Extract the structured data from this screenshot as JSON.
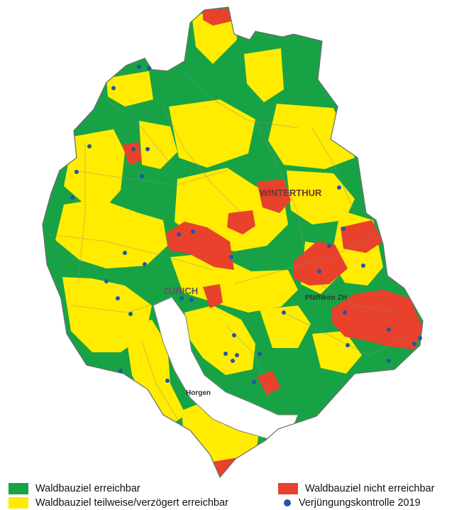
{
  "colors": {
    "green": "#17a345",
    "yellow": "#ffec00",
    "red": "#e8412c",
    "dot": "#1f57a6",
    "border": "#7f7f7f",
    "lake": "#ffffff"
  },
  "map": {
    "place_labels": [
      {
        "id": "winterthur",
        "text": "WINTERTHUR"
      },
      {
        "id": "zuerich",
        "text": "ZÜRICH"
      },
      {
        "id": "horgen",
        "text": "Horgen"
      },
      {
        "id": "pfaeffikon",
        "text": "Pfäffikon ZH"
      }
    ]
  },
  "legend": {
    "items": [
      {
        "id": "green",
        "label": "Waldbauziel erreichbar",
        "symbol": "swatch",
        "color": "#17a345"
      },
      {
        "id": "yellow",
        "label": "Waldbauziel teilweise/verzögert erreichbar",
        "symbol": "swatch",
        "color": "#ffec00"
      },
      {
        "id": "red",
        "label": "Waldbauziel nicht erreichbar",
        "symbol": "swatch",
        "color": "#e8412c"
      },
      {
        "id": "dot",
        "label": "Verjüngungskontrolle 2019",
        "symbol": "dot",
        "color": "#1f57a6"
      }
    ]
  }
}
